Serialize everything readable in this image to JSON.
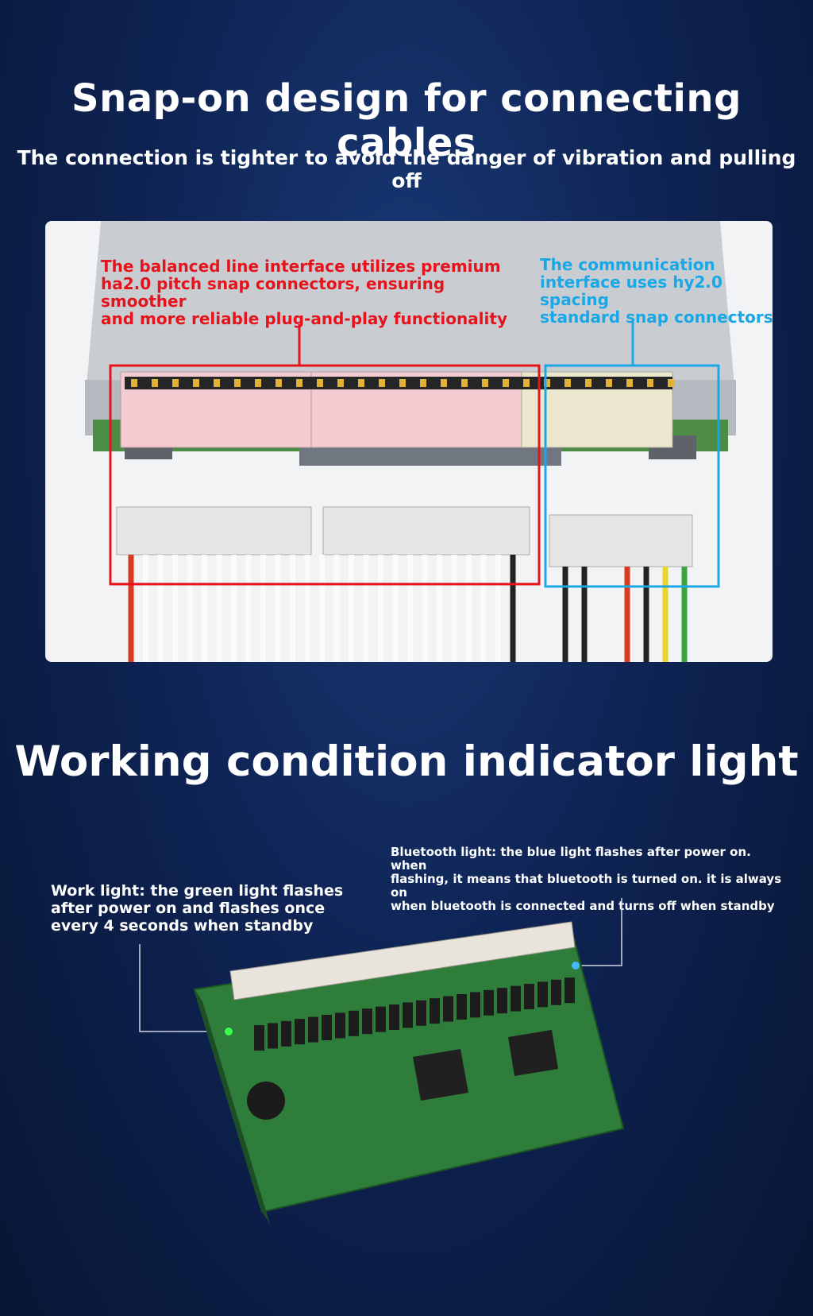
{
  "section1": {
    "title": "Snap-on design for connecting cables",
    "subtitle": "The connection is tighter to avoid the danger of vibration and pulling off",
    "red_label": "The balanced line interface utilizes premium\nha2.0 pitch snap connectors, ensuring smoother\nand more reliable plug-and-play functionality",
    "blue_label": "The communication\ninterface uses hy2.0 spacing\nstandard snap connectors"
  },
  "section2": {
    "title": "Working condition indicator light",
    "work_light_label": "Work light: the green light flashes\nafter power on and flashes once\nevery 4 seconds when standby",
    "bluetooth_label": "Bluetooth light: the blue light flashes after power on. when\nflashing, it means that bluetooth is turned on. it is always on\nwhen bluetooth is connected and turns off when standby"
  },
  "colors": {
    "red_annotation": "#e5141c",
    "blue_annotation": "#1aa7e6",
    "pcb_green": "#2f7d3a",
    "connector_pink": "#f2c9cf"
  }
}
